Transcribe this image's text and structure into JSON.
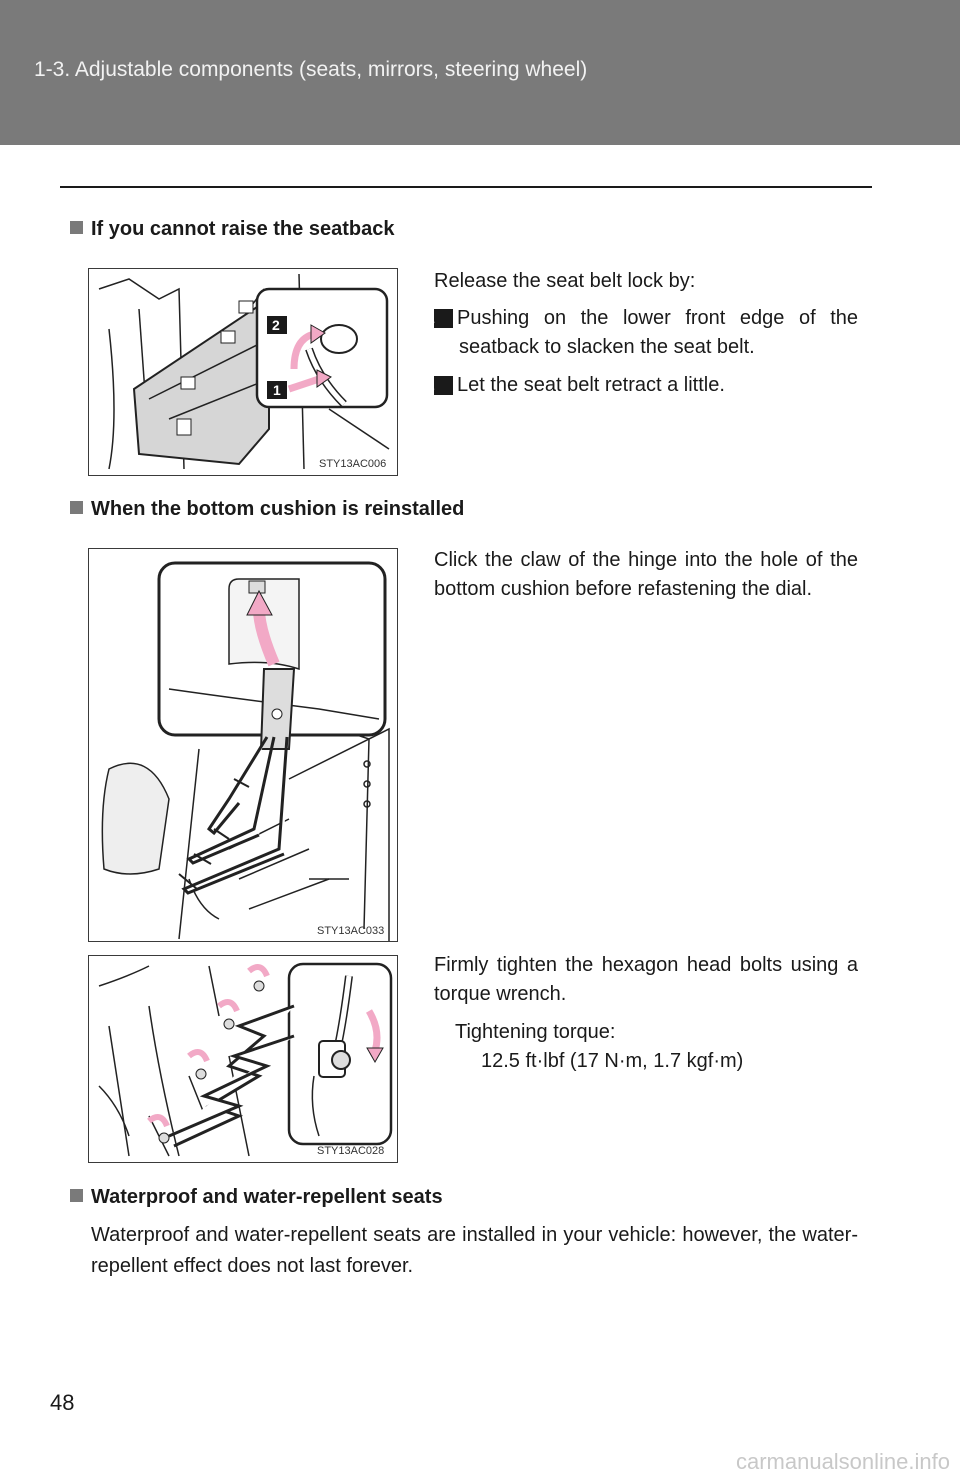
{
  "header": {
    "title": "1-3. Adjustable components (seats, mirrors, steering wheel)"
  },
  "sections": {
    "raise": {
      "heading": "If you cannot raise the seatback",
      "figure_code": "STY13AC006",
      "intro": "Release the seat belt lock by:",
      "steps": [
        {
          "badge": "1",
          "text": "Pushing on the lower front edge of the seatback to slacken the seat belt."
        },
        {
          "badge": "2",
          "text": "Let the seat belt retract a little."
        }
      ],
      "callouts": [
        "1",
        "2"
      ]
    },
    "cushion": {
      "heading": "When the bottom cushion is reinstalled",
      "figure_code": "STY13AC033",
      "text": "Click the claw of the hinge into the hole of the bottom cushion before refastening the dial.",
      "figure2_code": "STY13AC028",
      "text2": "Firmly tighten the hexagon head bolts using a torque wrench.",
      "torque_label": "Tightening torque:",
      "torque_value": "12.5 ft·lbf (17 N·m, 1.7 kgf·m)"
    },
    "waterproof": {
      "heading": "Waterproof and water-repellent seats",
      "text": "Waterproof and water-repellent seats are installed in your vehicle: however, the water-repellent effect does not last forever."
    }
  },
  "page_number": "48",
  "footer": "carmanualsonline.info",
  "colors": {
    "header": "#7a7a7a",
    "arrow": "#f2a9c6",
    "rule": "#1a1a1a"
  }
}
